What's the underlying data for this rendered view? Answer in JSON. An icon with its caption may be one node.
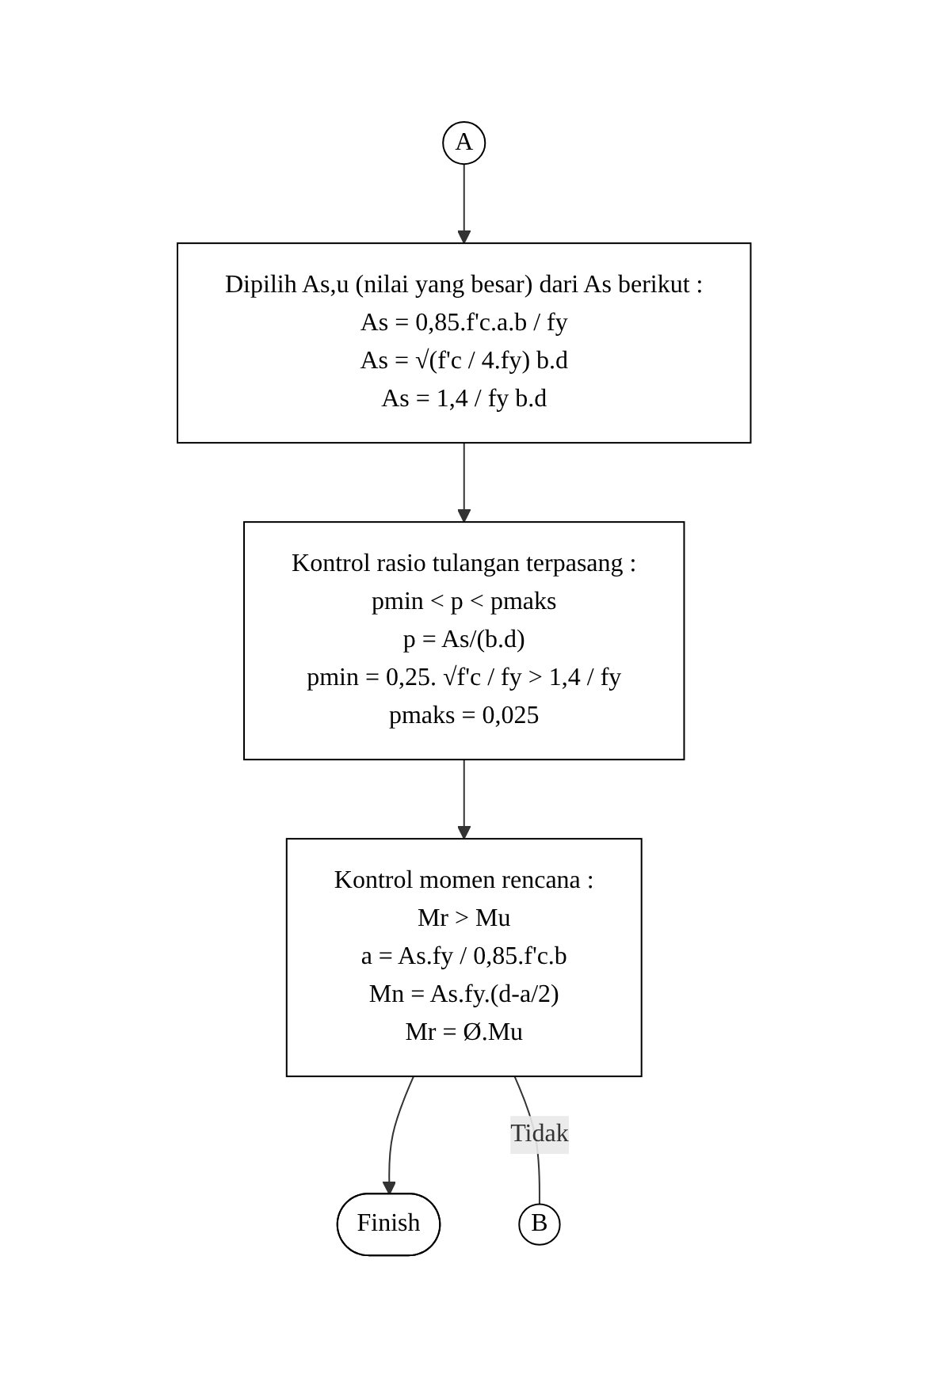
{
  "diagram": {
    "nodes": [
      {
        "text": [
          "B"
        ]
      },
      {
        "text": [
          "A"
        ]
      },
      {
        "text": [
          "Dipilih As,u (nilai yang besar) dari As berikut :",
          "As = 0,85.f'c.a.b / fy",
          "As = √(f'c / 4.fy) b.d",
          "As = 1,4 / fy b.d"
        ]
      },
      {
        "text": [
          "Kontrol rasio tulangan terpasang :",
          "pmin < p < pmaks",
          "p = As/(b.d)",
          "pmin = 0,25. √f'c / fy > 1,4 / fy",
          "pmaks = 0,025"
        ]
      },
      {
        "text": [
          "Kontrol momen rencana :",
          "Mr > Mu",
          "a = As.fy / 0,85.f'c.b",
          "Mn = As.fy.(d-a/2)",
          "Mr = Ø.Mu"
        ]
      },
      {
        "text": [
          "Finish"
        ]
      }
    ],
    "edges": [
      {
        "from": 1,
        "to": 2,
        "arrow": "to"
      },
      {
        "from": 2,
        "to": 3,
        "arrow": "to"
      },
      {
        "from": 3,
        "to": 4,
        "arrow": "to"
      },
      {
        "from": 4,
        "to": 5,
        "arrow": "to"
      },
      {
        "from": 4,
        "to": 0,
        "arrow": "none",
        "label": "Tidak"
      }
    ]
  }
}
